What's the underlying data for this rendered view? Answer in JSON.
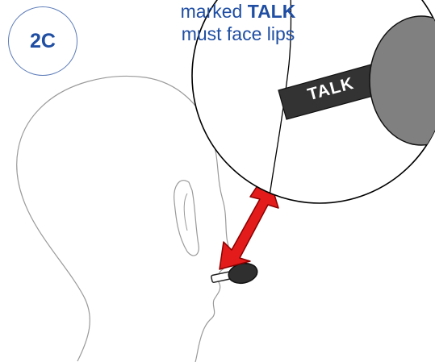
{
  "badge": {
    "text": "2C"
  },
  "caption": {
    "line1_prefix": "marked ",
    "line1_emphasis": "TALK",
    "line2": "must face lips"
  },
  "mic_label": {
    "text": "TALK"
  },
  "colors": {
    "accent_blue": "#1f4ea3",
    "arrow_red": "#e31b1b",
    "mic_gray": "#808080",
    "mic_dark": "#2f2f2f"
  },
  "icons": [
    "head-outline-icon",
    "ear-icon",
    "microphone-icon",
    "double-arrow-icon",
    "magnifier-circle-icon"
  ]
}
